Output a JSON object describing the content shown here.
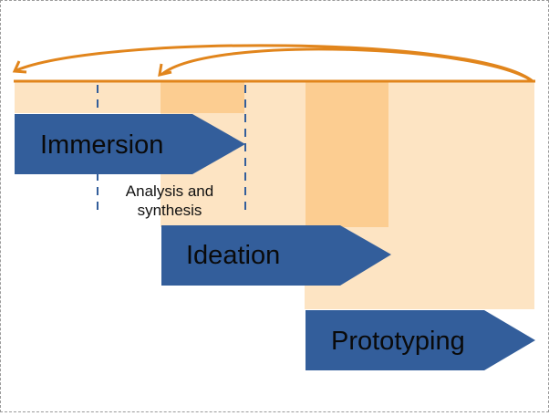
{
  "diagram": {
    "stages": [
      {
        "label": "Immersion"
      },
      {
        "label": "Ideation"
      },
      {
        "label": "Prototyping"
      }
    ],
    "sub_phase": {
      "line1": "Analysis and",
      "line2": "synthesis"
    }
  },
  "colors": {
    "band_light": "#FDE4C3",
    "band_dark": "#FCCD91",
    "arrow_fill": "#335E9B",
    "arrow_text": "#0A0A0A",
    "loop_stroke": "#E1851C",
    "dashed_line": "#335E9B",
    "note_text": "#111111"
  }
}
